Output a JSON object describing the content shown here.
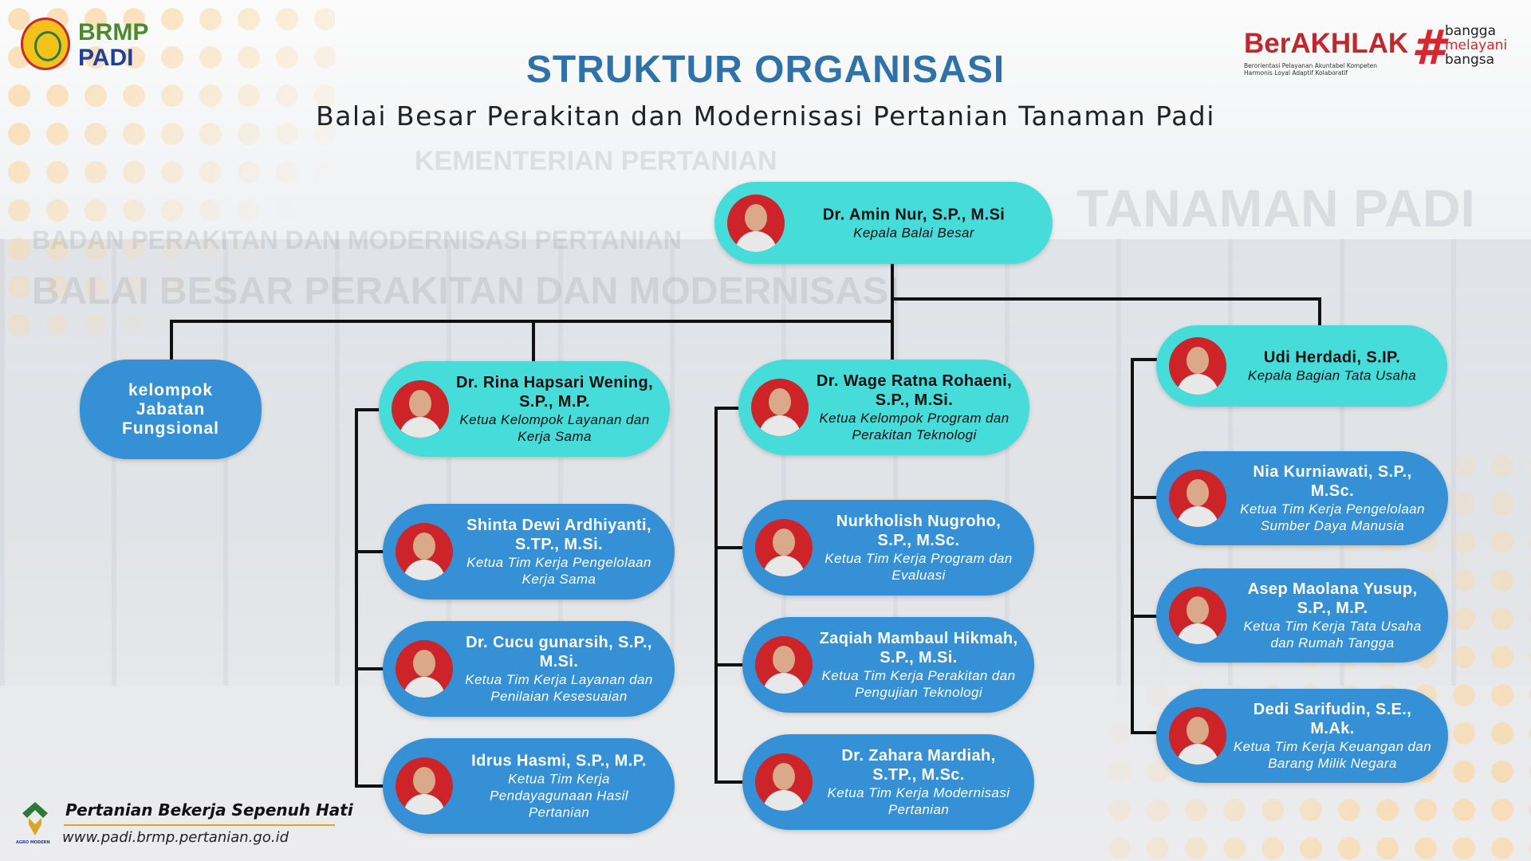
{
  "header": {
    "title": "STRUKTUR ORGANISASI",
    "subtitle": "Balai Besar Perakitan dan Modernisasi Pertanian Tanaman Padi",
    "logo_left": {
      "line1": "BRMP",
      "line2": "PADI"
    },
    "logo_right": {
      "brand": "BerAKHLAK",
      "tagline1": "Berorientasi Pelayanan Akuntabel Kompeten",
      "tagline2": "Harmonis Loyal Adaptif Kolaboratif",
      "hashtag": "#",
      "bmb1": "bangga",
      "bmb2": "melayani",
      "bmb3": "bangsa"
    }
  },
  "background_text": {
    "line1": "KEMENTERIAN PERTANIAN",
    "line2": "BADAN PERAKITAN DAN MODERNISASI PERTANIAN",
    "line3": "BALAI BESAR PERAKITAN DAN MODERNISASI",
    "line4": "TANAMAN PADI"
  },
  "colors": {
    "cyan": "#46dcda",
    "blue": "#3590d6",
    "title": "#2f72a9",
    "accent_red": "#c1272d"
  },
  "org": {
    "head": {
      "name": "Dr. Amin Nur, S.P., M.Si",
      "role": "Kepala Balai Besar"
    },
    "fungsional": {
      "label": "kelompok Jabatan Fungsional"
    },
    "groups": [
      {
        "name": "Dr. Rina Hapsari Wening, S.P., M.P.",
        "role": "Ketua Kelompok Layanan dan Kerja Sama",
        "members": [
          {
            "name": "Shinta Dewi Ardhiyanti, S.TP., M.Si.",
            "role": "Ketua Tim Kerja Pengelolaan Kerja Sama"
          },
          {
            "name": "Dr. Cucu gunarsih, S.P., M.Si.",
            "role": "Ketua Tim Kerja Layanan dan Penilaian Kesesuaian"
          },
          {
            "name": "Idrus Hasmi, S.P., M.P.",
            "role": "Ketua Tim Kerja Pendayagunaan Hasil Pertanian"
          }
        ]
      },
      {
        "name": "Dr. Wage Ratna Rohaeni, S.P., M.Si.",
        "role": "Ketua Kelompok Program dan Perakitan Teknologi",
        "members": [
          {
            "name": "Nurkholish Nugroho, S.P., M.Sc.",
            "role": "Ketua Tim Kerja Program dan Evaluasi"
          },
          {
            "name": "Zaqiah Mambaul Hikmah, S.P., M.Si.",
            "role": "Ketua Tim Kerja Perakitan dan Pengujian Teknologi"
          },
          {
            "name": "Dr. Zahara Mardiah, S.TP., M.Sc.",
            "role": "Ketua Tim Kerja Modernisasi Pertanian"
          }
        ]
      },
      {
        "name": "Udi Herdadi, S.IP.",
        "role": "Kepala Bagian Tata Usaha",
        "members": [
          {
            "name": "Nia Kurniawati, S.P., M.Sc.",
            "role": "Ketua Tim Kerja Pengelolaan Sumber Daya Manusia"
          },
          {
            "name": "Asep Maolana Yusup, S.P., M.P.",
            "role": "Ketua Tim Kerja Tata Usaha dan Rumah Tangga"
          },
          {
            "name": "Dedi Sarifudin, S.E., M.Ak.",
            "role": "Ketua Tim Kerja Keuangan dan Barang Milik Negara"
          }
        ]
      }
    ]
  },
  "footer": {
    "slogan": "Pertanian Bekerja Sepenuh Hati",
    "url": "www.padi.brmp.pertanian.go.id",
    "logo_text": "AGRO MODERN"
  }
}
